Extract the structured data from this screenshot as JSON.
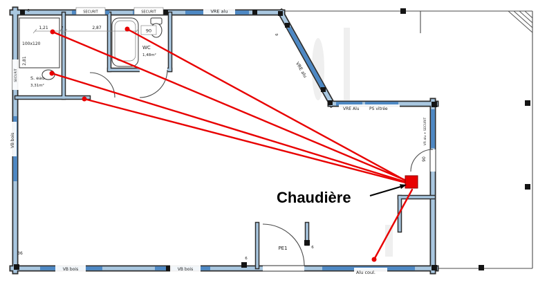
{
  "colors": {
    "wall_fill": "#a9c7e0",
    "window_fill": "#4d88c4",
    "annotation_red": "#e80000",
    "line_black": "#222222"
  },
  "labels": {
    "dim_6_top_left": "6",
    "securit_top_left": "SECURIT",
    "securit_top_mid": "SECURIT",
    "vre_alu_top": "VRE alu",
    "dim_1_21": "1,21",
    "dim_7": "7",
    "dim_2_87": "2,87",
    "dim_90_top": "90",
    "shower_size": "100x120",
    "wc_name": "WC",
    "wc_area": "1,48m²",
    "dim_2_81": "2,81",
    "s_eau_name": "S. eau",
    "s_eau_area": "3,31m²",
    "securit_left": "SECURIT",
    "dim_6_diag": "6",
    "vre_alu_diagonal": "VRE alu",
    "vre_alu_right": "VRE Alu",
    "ps_vitree": "PS vitrée",
    "vr_alu_securit": "VR alu + SECURIT",
    "dim_90_right": "90",
    "vb_bois_left": "VB bois",
    "dim_36": "36",
    "vb_bois_bottom_1": "VB bois",
    "vb_bois_bottom_2": "VB bois",
    "dim_6_bottom_1": "6",
    "pe1": "PE1",
    "dim_6_bottom_2": "6",
    "alu_coul": "Alu coul.",
    "chaudiere": "Chaudière"
  }
}
